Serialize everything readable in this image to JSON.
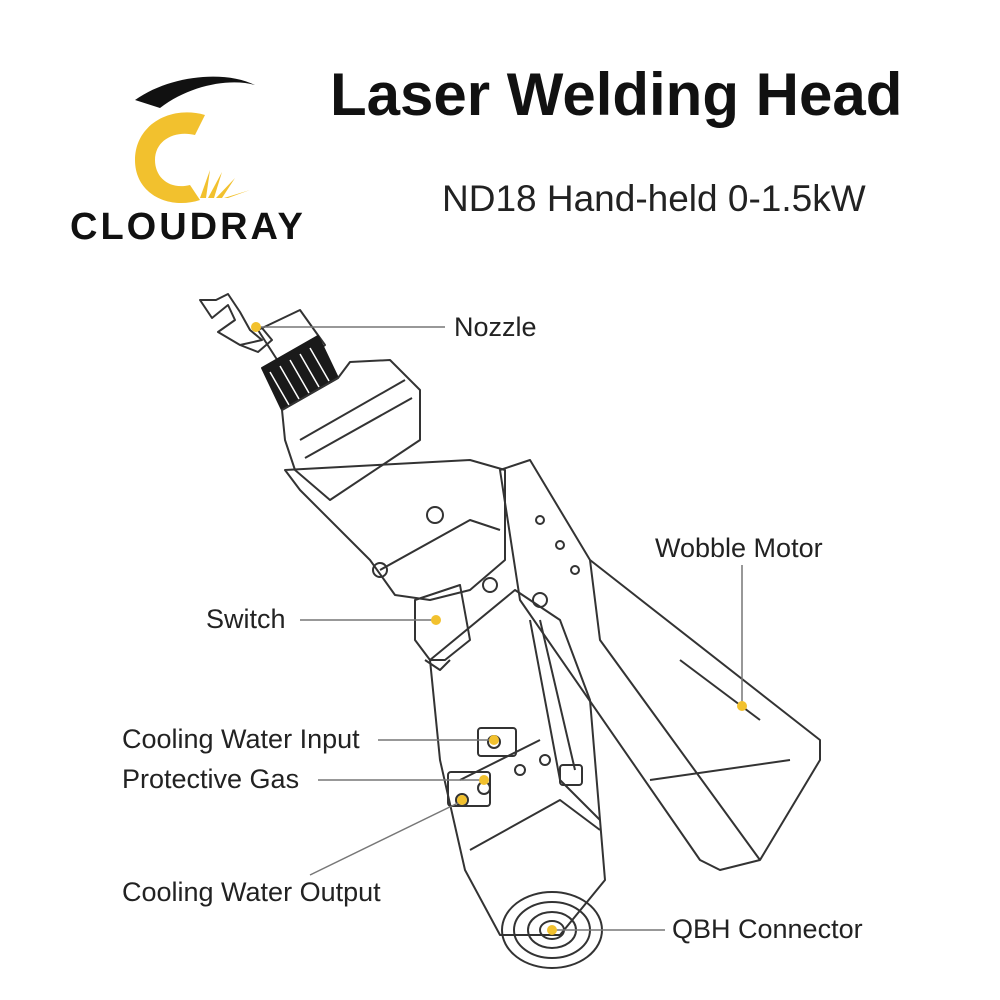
{
  "brand": {
    "name": "CLOUDRAY",
    "accent": "#f2c12e"
  },
  "title": "Laser Welding Head",
  "subtitle": "ND18 Hand-held 0-1.5kW",
  "labels": {
    "nozzle": "Nozzle",
    "wobble_motor": "Wobble Motor",
    "switch": "Switch",
    "cooling_water_input": "Cooling Water Input",
    "protective_gas": "Protective Gas",
    "cooling_water_output": "Cooling Water Output",
    "qbh_connector": "QBH Connector"
  },
  "colors": {
    "line": "#333333",
    "marker": "#f2c12e",
    "leader": "#777777"
  }
}
